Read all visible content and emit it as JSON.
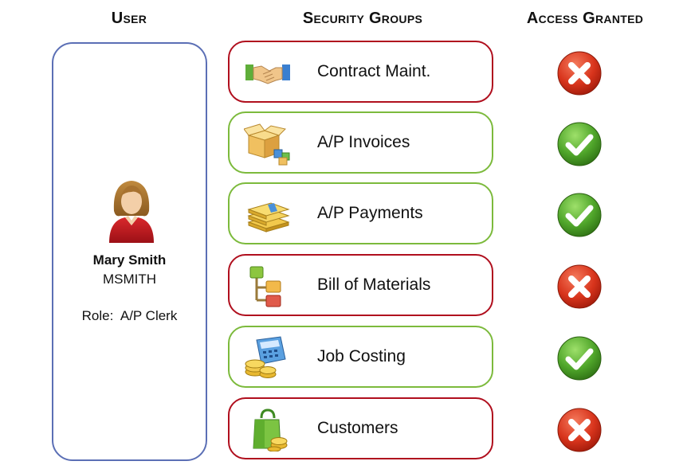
{
  "headers": {
    "user": "User",
    "groups": "Security Groups",
    "access": "Access Granted"
  },
  "user": {
    "name": "Mary Smith",
    "id": "MSMITH",
    "role": "Role:  A/P Clerk",
    "icon": "user-avatar-icon"
  },
  "groups": [
    {
      "label": "Contract Maint.",
      "granted": false,
      "icon": "handshake-icon"
    },
    {
      "label": "A/P Invoices",
      "granted": true,
      "icon": "boxes-icon"
    },
    {
      "label": "A/P Payments",
      "granted": true,
      "icon": "money-stack-icon"
    },
    {
      "label": "Bill of Materials",
      "granted": false,
      "icon": "hierarchy-icon"
    },
    {
      "label": "Job Costing",
      "granted": true,
      "icon": "calculator-coins-icon"
    },
    {
      "label": "Customers",
      "granted": false,
      "icon": "shopping-bag-icon"
    }
  ],
  "colors": {
    "user_border": "#5b6fb5",
    "denied_border": "#b00f1e",
    "granted_border": "#7cba3c",
    "denied_icon": "#d8341c",
    "granted_icon": "#4fa52a"
  }
}
